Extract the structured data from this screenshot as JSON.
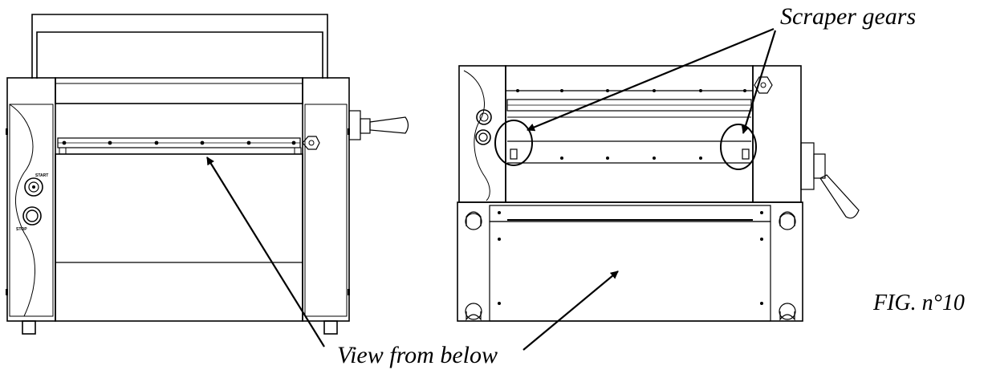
{
  "labels": {
    "scraper_gears": "Scraper gears",
    "view_from_below": "View from below",
    "figure": "FIG. n°10",
    "start": "START",
    "stop": "STOP"
  },
  "colors": {
    "line": "#000000",
    "background": "#ffffff"
  }
}
